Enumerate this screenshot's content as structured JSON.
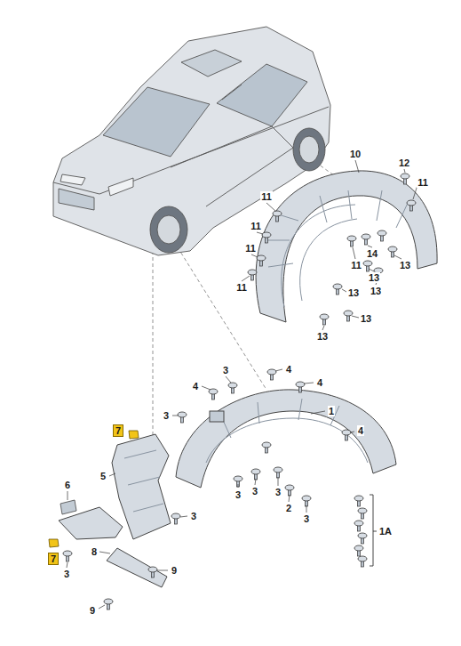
{
  "diagram": {
    "labels": [
      "10",
      "12",
      "11",
      "11",
      "11",
      "11",
      "11",
      "14",
      "13",
      "13",
      "13",
      "13",
      "11",
      "13",
      "13",
      "3",
      "4",
      "4",
      "4",
      "3",
      "1",
      "7",
      "4",
      "5",
      "3",
      "3",
      "3",
      "2",
      "3",
      "6",
      "3",
      "1A",
      "7",
      "3",
      "8",
      "9",
      "9"
    ]
  }
}
